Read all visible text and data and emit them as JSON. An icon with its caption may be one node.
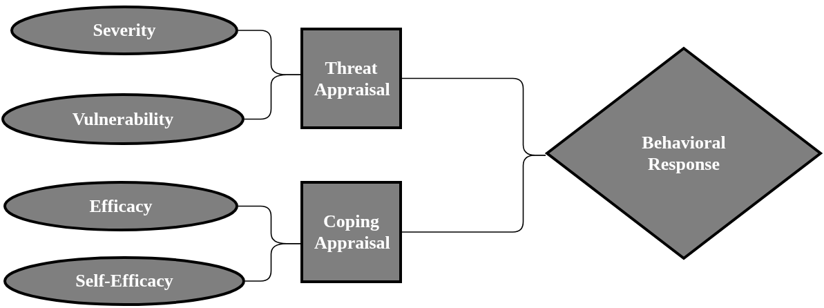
{
  "diagram": {
    "nodes": [
      {
        "text": [
          "Severity"
        ]
      },
      {
        "text": [
          "Vulnerability"
        ]
      },
      {
        "text": [
          "Efficacy"
        ]
      },
      {
        "text": [
          "Self-Efficacy"
        ]
      },
      {
        "text": [
          "Threat Appraisal"
        ]
      },
      {
        "text": [
          "Coping Appraisal"
        ]
      },
      {
        "text": [
          "Behavioral Response"
        ]
      }
    ],
    "edges": [
      {
        "from": 0,
        "to": 4,
        "arrow": "none"
      },
      {
        "from": 1,
        "to": 4,
        "arrow": "none"
      },
      {
        "from": 2,
        "to": 5,
        "arrow": "none"
      },
      {
        "from": 3,
        "to": 5,
        "arrow": "none"
      },
      {
        "from": 4,
        "to": 6,
        "arrow": "none"
      },
      {
        "from": 5,
        "to": 6,
        "arrow": "none"
      }
    ]
  }
}
